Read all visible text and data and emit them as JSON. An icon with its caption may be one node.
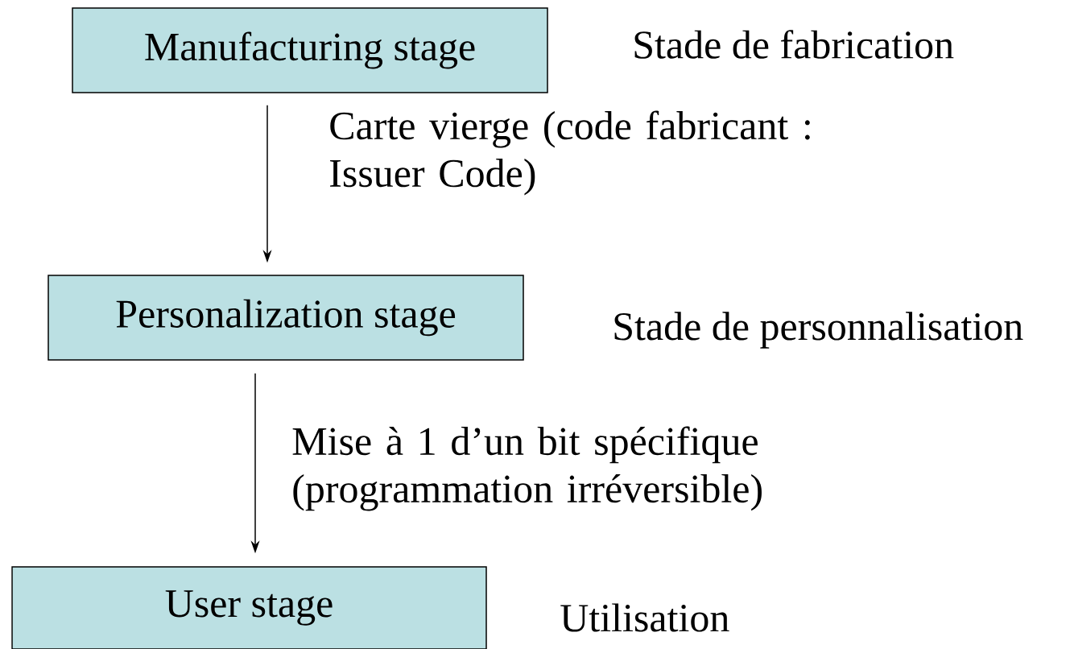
{
  "diagram": {
    "nodes": [
      {
        "text": [
          "Manufacturing stage"
        ]
      },
      {
        "text": [
          "Personalization stage"
        ]
      },
      {
        "text": [
          "User stage"
        ]
      }
    ],
    "edges": [
      {
        "from": 0,
        "to": 1,
        "arrow": "to",
        "label": "Carte vierge (code fabricant : Issuer Code)"
      },
      {
        "from": 1,
        "to": 2,
        "arrow": "to",
        "label": "Mise à 1 d’un bit spécifique (programmation irréversible)"
      }
    ],
    "labels": [
      "Stade de fabrication",
      "Stade de personnalisation",
      "Utilisation"
    ]
  }
}
